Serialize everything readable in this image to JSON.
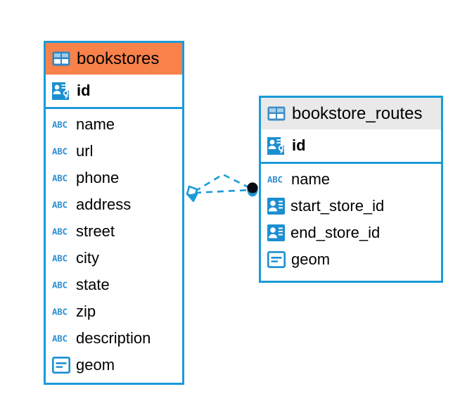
{
  "diagram": {
    "type": "entity-relationship-diagram",
    "background_color": "#ffffff",
    "border_color": "#1b9bd8",
    "accent_orange": "#f9814a",
    "accent_grey": "#e9e9e9",
    "icon_blue": "#1b9bd8",
    "text_color": "#000000"
  },
  "entities": [
    {
      "name": "bookstores",
      "header_color": "#f9814a",
      "primary_keys": [
        {
          "label": "id",
          "icon": "primary-key-icon",
          "type": "key"
        }
      ],
      "fields": [
        {
          "label": "name",
          "icon": "abc-text-icon",
          "type": "text"
        },
        {
          "label": "url",
          "icon": "abc-text-icon",
          "type": "text"
        },
        {
          "label": "phone",
          "icon": "abc-text-icon",
          "type": "text"
        },
        {
          "label": "address",
          "icon": "abc-text-icon",
          "type": "text"
        },
        {
          "label": "street",
          "icon": "abc-text-icon",
          "type": "text"
        },
        {
          "label": "city",
          "icon": "abc-text-icon",
          "type": "text"
        },
        {
          "label": "state",
          "icon": "abc-text-icon",
          "type": "text"
        },
        {
          "label": "zip",
          "icon": "abc-text-icon",
          "type": "text"
        },
        {
          "label": "description",
          "icon": "abc-text-icon",
          "type": "text"
        },
        {
          "label": "geom",
          "icon": "geometry-icon",
          "type": "geometry"
        }
      ]
    },
    {
      "name": "bookstore_routes",
      "header_color": "#e9e9e9",
      "primary_keys": [
        {
          "label": "id",
          "icon": "primary-key-icon",
          "type": "key"
        }
      ],
      "fields": [
        {
          "label": "name",
          "icon": "abc-text-icon",
          "type": "text"
        },
        {
          "label": "start_store_id",
          "icon": "foreign-key-icon",
          "type": "foreign-key"
        },
        {
          "label": "end_store_id",
          "icon": "foreign-key-icon",
          "type": "foreign-key"
        },
        {
          "label": "geom",
          "icon": "geometry-icon",
          "type": "geometry"
        }
      ]
    }
  ],
  "relationship": {
    "style": "dashed",
    "color": "#1b9bd8",
    "source_endpoint": "diamond",
    "target_endpoint": "filled-circle",
    "target_endpoint_color": "#000000",
    "link_count": 2
  }
}
